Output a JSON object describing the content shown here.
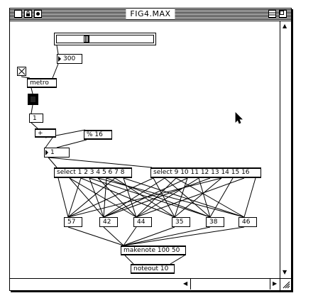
{
  "window": {
    "title": "FIG4.MAX"
  },
  "objects": {
    "metro": "metro",
    "add": "+",
    "modulo": "% 16",
    "select_low": "select 1 2 3 4 5 6 7 8",
    "select_high": "select 9 10 11 12 13 14 15 16",
    "makenote": "makenote 100 50",
    "noteout": "noteout 10"
  },
  "numbers": {
    "rate": "300",
    "counter": "1",
    "step": "1",
    "note_a": "57",
    "note_b": "42",
    "note_c": "44",
    "note_d": "35",
    "note_e": "38",
    "note_f": "46"
  },
  "slider": {
    "level_fraction": 0.3
  }
}
